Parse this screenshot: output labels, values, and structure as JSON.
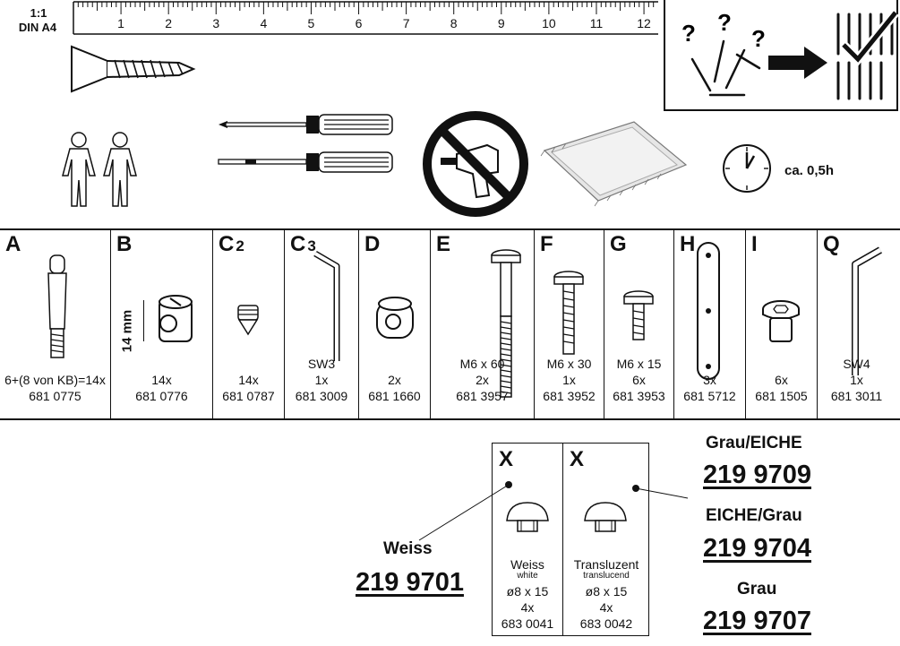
{
  "header": {
    "scale": "1:1",
    "paper": "DIN A4",
    "ruler_numbers": [
      "1",
      "2",
      "3",
      "4",
      "5",
      "6",
      "7",
      "8",
      "9",
      "10",
      "11",
      "12"
    ],
    "duration": "ca. 0,5h"
  },
  "parts": [
    {
      "letter": "A",
      "sub": "",
      "spec": "",
      "qty": "6+(8 von KB)=14x",
      "code": "681 0775"
    },
    {
      "letter": "B",
      "sub": "",
      "spec": "",
      "qty": "14x",
      "code": "681 0776",
      "dimension": "14 mm"
    },
    {
      "letter": "C",
      "sub": "2",
      "spec": "",
      "qty": "14x",
      "code": "681 0787"
    },
    {
      "letter": "C",
      "sub": "3",
      "spec": "SW3",
      "qty": "1x",
      "code": "681 3009"
    },
    {
      "letter": "D",
      "sub": "",
      "spec": "",
      "qty": "2x",
      "code": "681 1660"
    },
    {
      "letter": "E",
      "sub": "",
      "spec": "M6 x 60",
      "qty": "2x",
      "code": "681 3957"
    },
    {
      "letter": "F",
      "sub": "",
      "spec": "M6 x 30",
      "qty": "1x",
      "code": "681 3952"
    },
    {
      "letter": "G",
      "sub": "",
      "spec": "M6 x 15",
      "qty": "6x",
      "code": "681 3953"
    },
    {
      "letter": "H",
      "sub": "",
      "spec": "",
      "qty": "3x",
      "code": "681 5712"
    },
    {
      "letter": "I",
      "sub": "",
      "spec": "",
      "qty": "6x",
      "code": "681 1505"
    },
    {
      "letter": "Q",
      "sub": "",
      "spec": "SW4",
      "qty": "1x",
      "code": "681 3011"
    }
  ],
  "caps": [
    {
      "letter": "X",
      "name": "Weiss",
      "name_en": "white",
      "size": "ø8 x 15",
      "qty": "4x",
      "code": "683 0041"
    },
    {
      "letter": "X",
      "name": "Transluzent",
      "name_en": "translucend",
      "size": "ø8 x 15",
      "qty": "4x",
      "code": "683 0042"
    }
  ],
  "variants": [
    {
      "label": "Weiss",
      "code": "219 9701"
    },
    {
      "label": "Grau/EICHE",
      "code": "219 9709"
    },
    {
      "label": "EICHE/Grau",
      "code": "219 9704"
    },
    {
      "label": "Grau",
      "code": "219 9707"
    }
  ]
}
